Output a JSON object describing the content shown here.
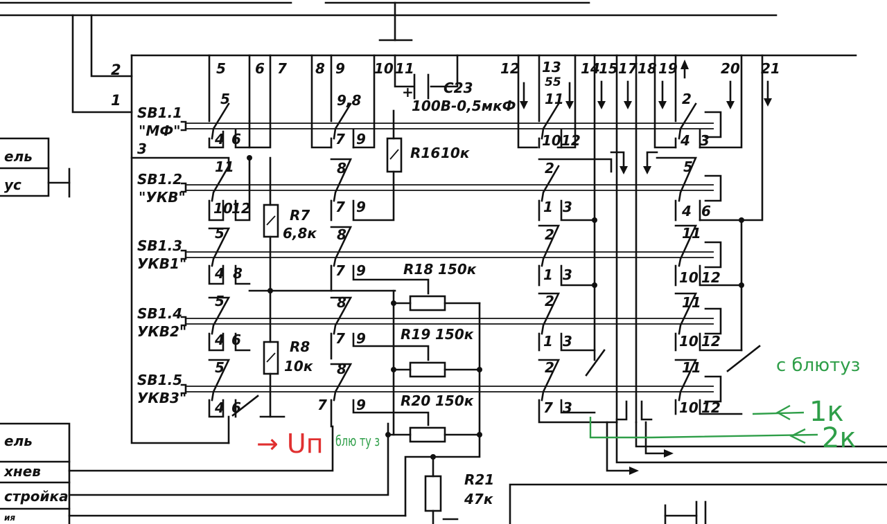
{
  "switches": [
    {
      "id": "sb11",
      "label": "SB1.1",
      "mode": "\"МФ\""
    },
    {
      "id": "sb12",
      "label": "SB1.2",
      "mode": "\"УКВ\""
    },
    {
      "id": "sb13",
      "label": "SB1.3",
      "mode": "УКВ1\""
    },
    {
      "id": "sb14",
      "label": "SB1.4",
      "mode": "УКВ2\""
    },
    {
      "id": "sb15",
      "label": "SB1.5",
      "mode": "УКВ3\""
    }
  ],
  "bus_pins": [
    "2",
    "1",
    "5",
    "6",
    "7",
    "8",
    "9",
    "10",
    "11",
    "12",
    "13",
    "14",
    "15",
    "17",
    "18",
    "19",
    "20",
    "21"
  ],
  "pin_55": "55",
  "sb11_extra": "3",
  "contacts": {
    "c_5": "5",
    "c_4": "4",
    "c_6": "6",
    "c_11": "11",
    "c_10": "10",
    "c_12": "12",
    "c_8": "8",
    "c_9": "9",
    "c_7": "7",
    "c_98": "9,8",
    "c_2": "2",
    "c_1": "1",
    "c_3": "3"
  },
  "components": {
    "c23_name": "C23",
    "c23_value": "100В-0,5мкФ",
    "r16_name": "R16",
    "r16_value": "10к",
    "r7_name": "R7",
    "r7_value": "6,8к",
    "r8_name": "R8",
    "r8_value": "10к",
    "r18_name": "R18",
    "r18_value": "150к",
    "r19_name": "R19",
    "r19_value": "150к",
    "r20_name": "R20",
    "r20_value": "150к",
    "r21_name": "R21",
    "r21_value": "47к"
  },
  "left_table": {
    "top_rows": [
      "ель",
      "ус"
    ],
    "bottom_rows": [
      "ель",
      "хнев",
      "стройка",
      "ия"
    ]
  },
  "annotations": {
    "up_label": "→ Uп",
    "bluetooth_short": "блю ту з",
    "bluetooth_long": "с блютуз",
    "one_k": "1к",
    "two_k": "2к"
  },
  "colors": {
    "ink": "#111111",
    "red_annotation": "#e03030",
    "green_annotation": "#2e9e48"
  }
}
